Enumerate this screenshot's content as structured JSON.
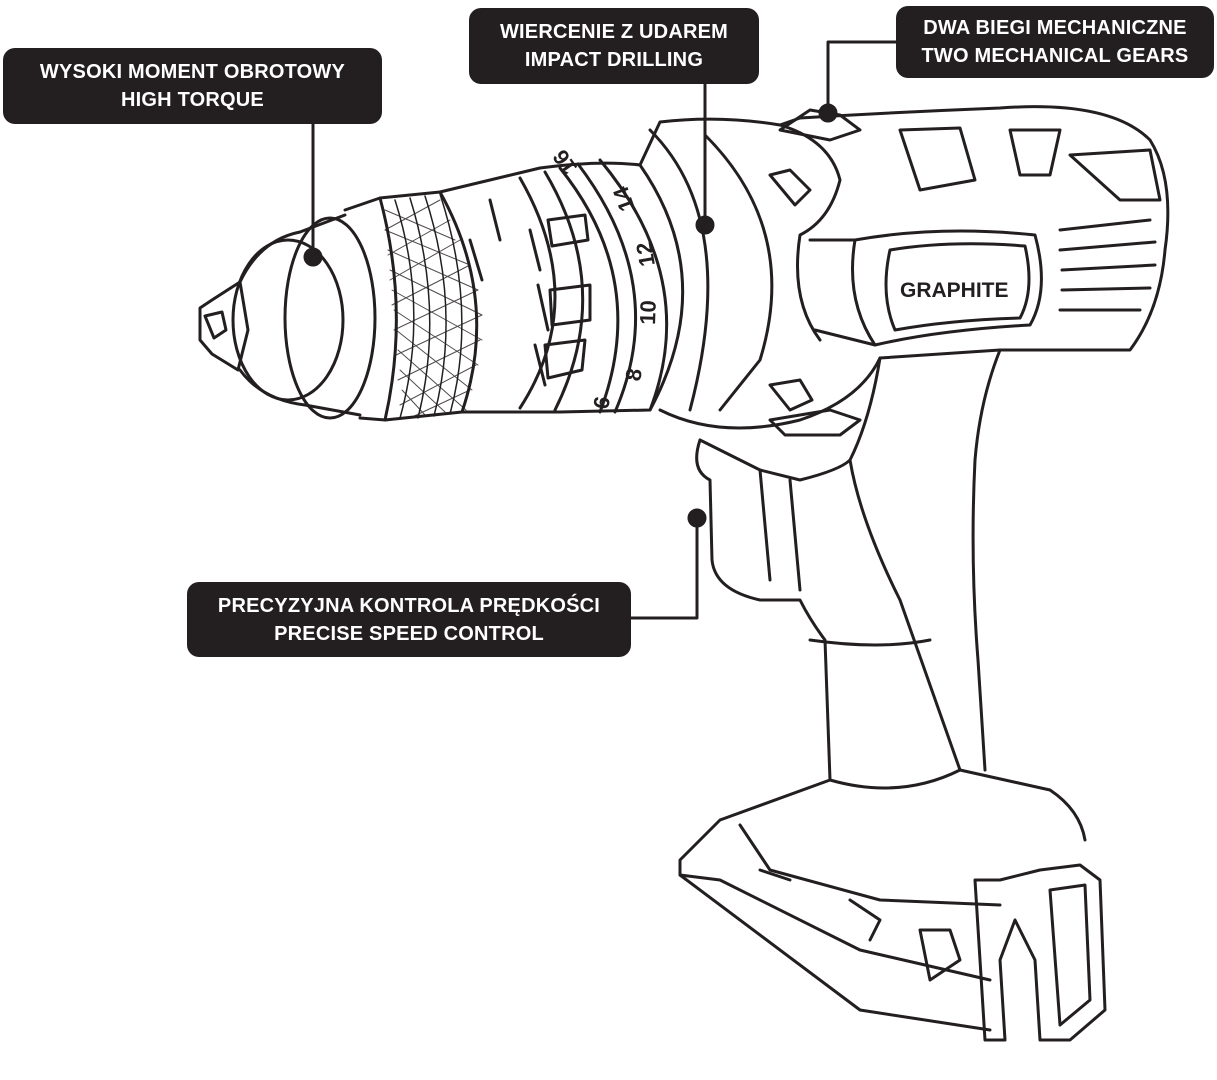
{
  "callouts": [
    {
      "line1": "WYSOKI MOMENT OBROTOWY",
      "line2": "HIGH TORQUE"
    },
    {
      "line1": "WIERCENIE Z UDAREM",
      "line2": "IMPACT DRILLING"
    },
    {
      "line1": "DWA BIEGI MECHANICZNE",
      "line2": "TWO MECHANICAL GEARS"
    },
    {
      "line1": "PRECYZYJNA KONTROLA PRĘDKOŚCI",
      "line2": "PRECISE SPEED CONTROL"
    }
  ],
  "drill": {
    "brand": "GRAPHITE",
    "torque_dial": [
      "6",
      "8",
      "10",
      "12",
      "14",
      "16"
    ]
  },
  "colors": {
    "ink": "#231f20",
    "background": "#ffffff"
  }
}
